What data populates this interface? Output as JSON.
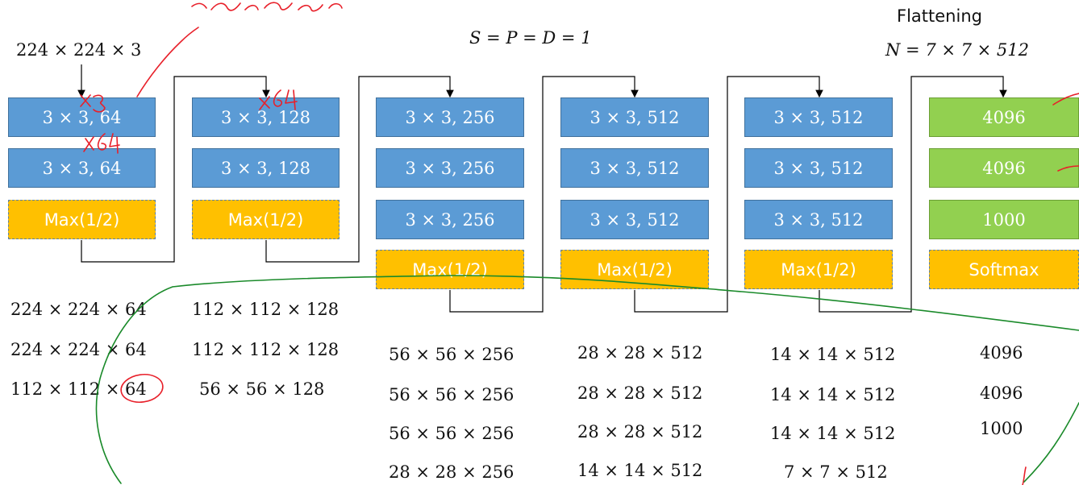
{
  "header": {
    "input_size": "224 × 224 × 3",
    "params": "S = P = D = 1",
    "flattening_label": "Flattening",
    "flattening_formula": "N = 7 × 7 × 512"
  },
  "blocks": [
    {
      "layers": [
        "3 × 3, 64",
        "3 × 3, 64",
        "Max(1/2)"
      ]
    },
    {
      "layers": [
        "3 × 3, 128",
        "3 × 3, 128",
        "Max(1/2)"
      ]
    },
    {
      "layers": [
        "3 × 3, 256",
        "3 × 3, 256",
        "3 × 3, 256",
        "Max(1/2)"
      ]
    },
    {
      "layers": [
        "3 × 3, 512",
        "3 × 3, 512",
        "3 × 3, 512",
        "Max(1/2)"
      ]
    },
    {
      "layers": [
        "3 × 3, 512",
        "3 × 3, 512",
        "3 × 3, 512",
        "Max(1/2)"
      ]
    },
    {
      "layers": [
        "4096",
        "4096",
        "1000",
        "Softmax"
      ]
    }
  ],
  "dimensions": [
    [
      "224 × 224 × 64",
      "224 × 224 × 64",
      "112 × 112 × 64"
    ],
    [
      "112 × 112 × 128",
      "112 × 112 × 128",
      "56 × 56 × 128"
    ],
    [
      "56 × 56 × 256",
      "56 × 56 × 256",
      "56 × 56 × 256",
      "28 × 28 × 256"
    ],
    [
      "28 × 28 × 512",
      "28 × 28 × 512",
      "28 × 28 × 512",
      "14 × 14 × 512"
    ],
    [
      "14 × 14 × 512",
      "14 × 14 × 512",
      "14 × 14 × 512",
      "7 × 7 × 512"
    ],
    [
      "4096",
      "4096",
      "1000"
    ]
  ],
  "colors": {
    "conv": "#5b9bd5",
    "fc": "#92d050",
    "pool": "#ffc000",
    "red_ink": "#e8202a",
    "green_ink": "#1a8a2a"
  },
  "handwriting": {
    "top_scribble": "red-ink handwriting (partially cut off)",
    "near_first_block": [
      "x3",
      "x64",
      "x64"
    ]
  }
}
